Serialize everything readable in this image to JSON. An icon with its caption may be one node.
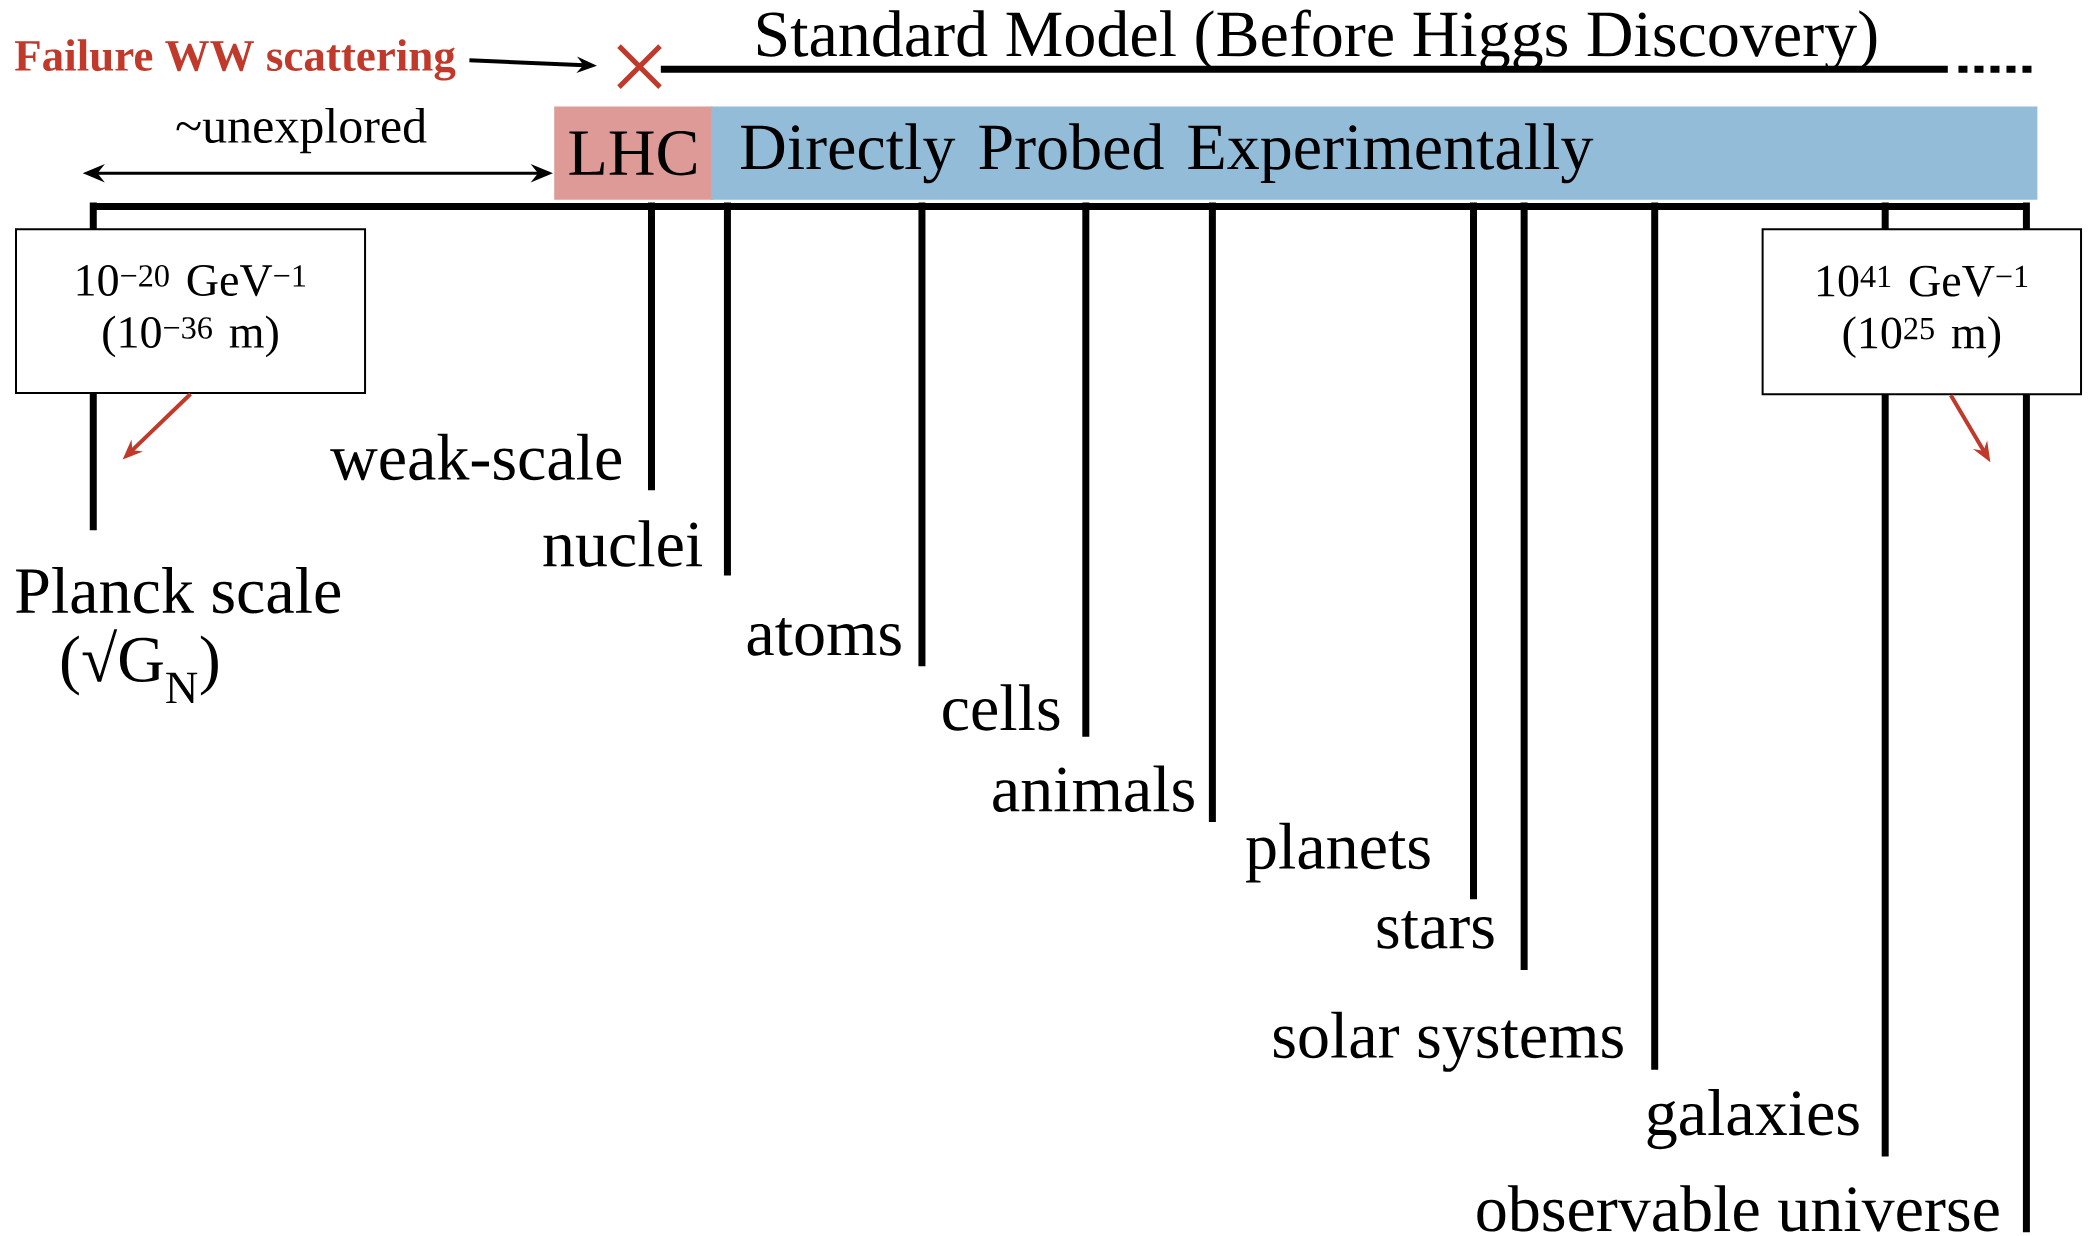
{
  "diagram": {
    "nodes": [
      {
        "text": [
          "Failure WW scattering"
        ]
      },
      {
        "text": [],
        "shape": "cross"
      },
      {
        "text": [
          "LHC"
        ]
      },
      {
        "text": [
          "Directly Probed Experimentally"
        ]
      },
      {
        "text": [
          "10$^{−20}$ GeV$^{−1}$ (10$^{−36}$ m)"
        ]
      },
      {
        "text": [
          "10$^{41}$ GeV$^{−1}$ (10$^{25}$ m)"
        ]
      }
    ],
    "edges": [
      {
        "from": 0,
        "to": 1,
        "arrow": "to",
        "color": "#000000"
      },
      {
        "from": 4,
        "to": null,
        "arrow": "to"
      },
      {
        "from": 5,
        "to": null,
        "arrow": "to"
      }
    ],
    "labels": [
      "Standard Model (Before Higgs Discovery)",
      "~unexplored",
      "weak-scale",
      "nuclei",
      "atoms",
      "cells",
      "animals",
      "planets",
      "stars",
      "solar systems",
      "galaxies",
      "observable universe",
      "Planck scale",
      "(√G$_{N}$)"
    ]
  }
}
